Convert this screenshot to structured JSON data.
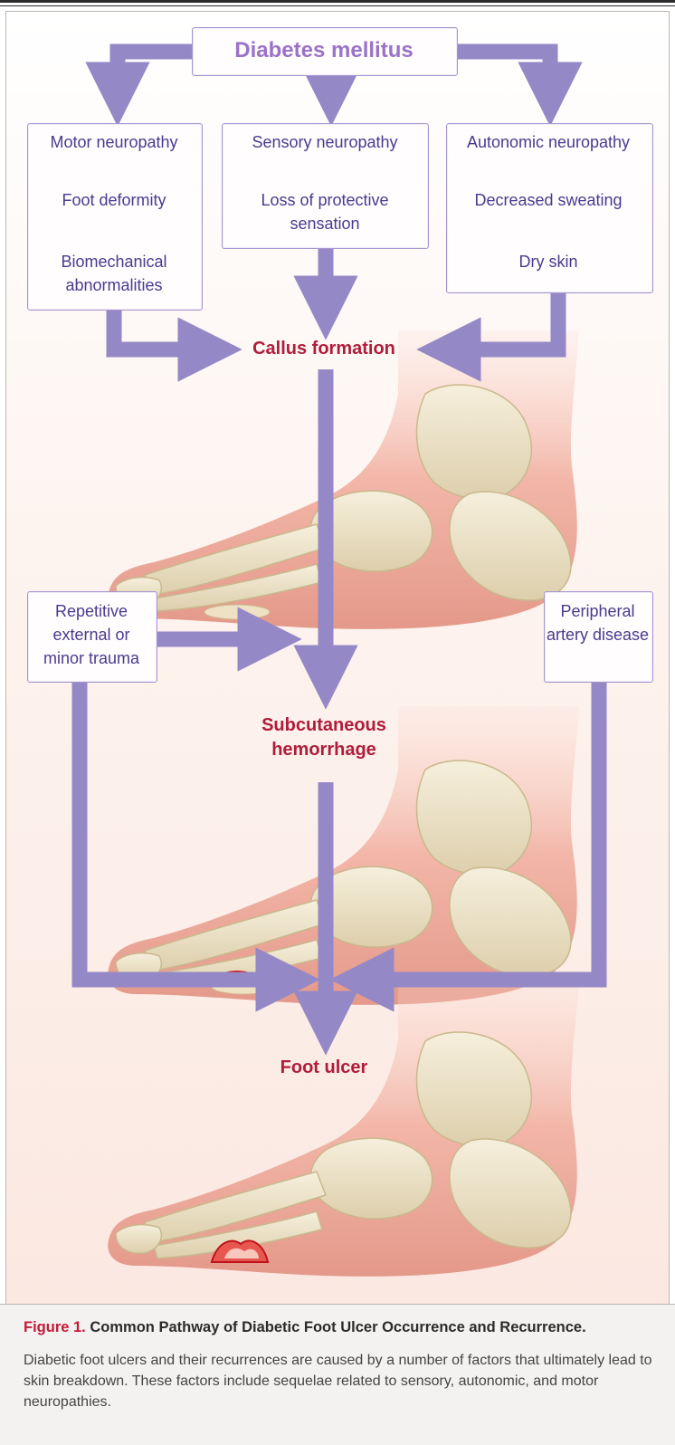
{
  "source": "Diabetes mellitus",
  "pathways": [
    {
      "id": "motor",
      "title": "Motor neuropathy",
      "steps": [
        "Foot deformity",
        "Biomechanical abnormalities"
      ]
    },
    {
      "id": "sensory",
      "title": "Sensory neuropathy",
      "steps": [
        "Loss of protective sensation"
      ]
    },
    {
      "id": "autonomic",
      "title": "Autonomic neuropathy",
      "steps": [
        "Decreased sweating",
        "Dry skin"
      ]
    }
  ],
  "stages": [
    "Callus formation",
    "Subcutaneous hemorrhage",
    "Foot ulcer"
  ],
  "factors": {
    "trauma": "Repetitive external or minor trauma",
    "pad": "Peripheral artery disease"
  },
  "caption": {
    "figure_label": "Figure 1.",
    "title": "Common Pathway of Diabetic Foot Ulcer Occurrence and Recurrence.",
    "body": "Diabetic foot ulcers and their recurrences are caused by a number of factors that ultimately lead to skin breakdown. These factors include sequelae related to sensory, autonomic, and motor neuropathies."
  },
  "colors": {
    "arrow": "#9588c6",
    "box_border": "#a796cf",
    "box_text": "#4b3a8e",
    "title_text": "#9a73c9",
    "stage_text": "#b01c3b",
    "figure_label": "#c21b3a"
  }
}
